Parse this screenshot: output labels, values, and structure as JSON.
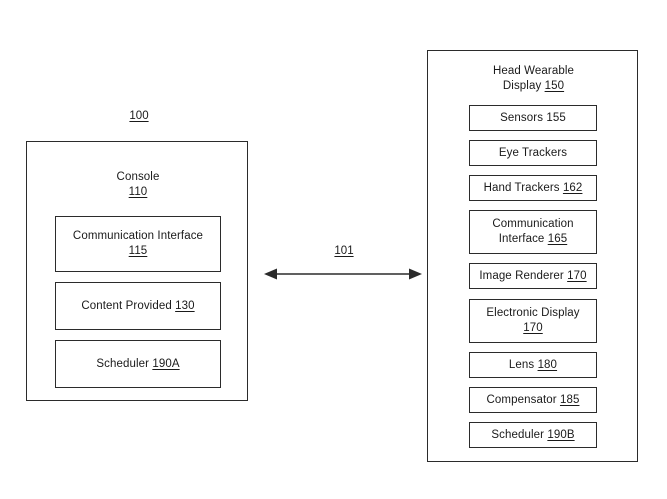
{
  "figure": {
    "system_ref": "100",
    "connector_ref": "101"
  },
  "console_panel": {
    "title_line1": "Console",
    "title_ref": "110",
    "modules": [
      {
        "label": "Communication Interface",
        "ref": "115",
        "two_line": true,
        "ref_underlined": true
      },
      {
        "label": "Content Provided",
        "ref": "130",
        "two_line": false,
        "ref_underlined": true
      },
      {
        "label": "Scheduler",
        "ref": "190A",
        "two_line": false,
        "ref_underlined": true
      }
    ]
  },
  "hwd_panel": {
    "title_line1": "Head Wearable",
    "title_line2": "Display",
    "title_ref": "150",
    "modules": [
      {
        "label": "Sensors",
        "ref": "155",
        "two_line": false,
        "ref_underlined": false
      },
      {
        "label": "Eye Trackers",
        "ref": "",
        "two_line": false,
        "ref_underlined": false
      },
      {
        "label": "Hand Trackers",
        "ref": "162",
        "two_line": false,
        "ref_underlined": true
      },
      {
        "label": "Communication Interface",
        "ref": "165",
        "two_line": true,
        "ref_underlined": true
      },
      {
        "label": "Image Renderer",
        "ref": "170",
        "two_line": false,
        "ref_underlined": true
      },
      {
        "label": "Electronic Display",
        "ref": "170",
        "two_line": true,
        "ref_underlined": true
      },
      {
        "label": "Lens",
        "ref": "180",
        "two_line": false,
        "ref_underlined": true
      },
      {
        "label": "Compensator",
        "ref": "185",
        "two_line": false,
        "ref_underlined": true
      },
      {
        "label": "Scheduler",
        "ref": "190B",
        "two_line": false,
        "ref_underlined": true
      }
    ]
  },
  "colors": {
    "line": "#2b2b2b",
    "text": "#1a1a1a",
    "background": "#ffffff"
  }
}
